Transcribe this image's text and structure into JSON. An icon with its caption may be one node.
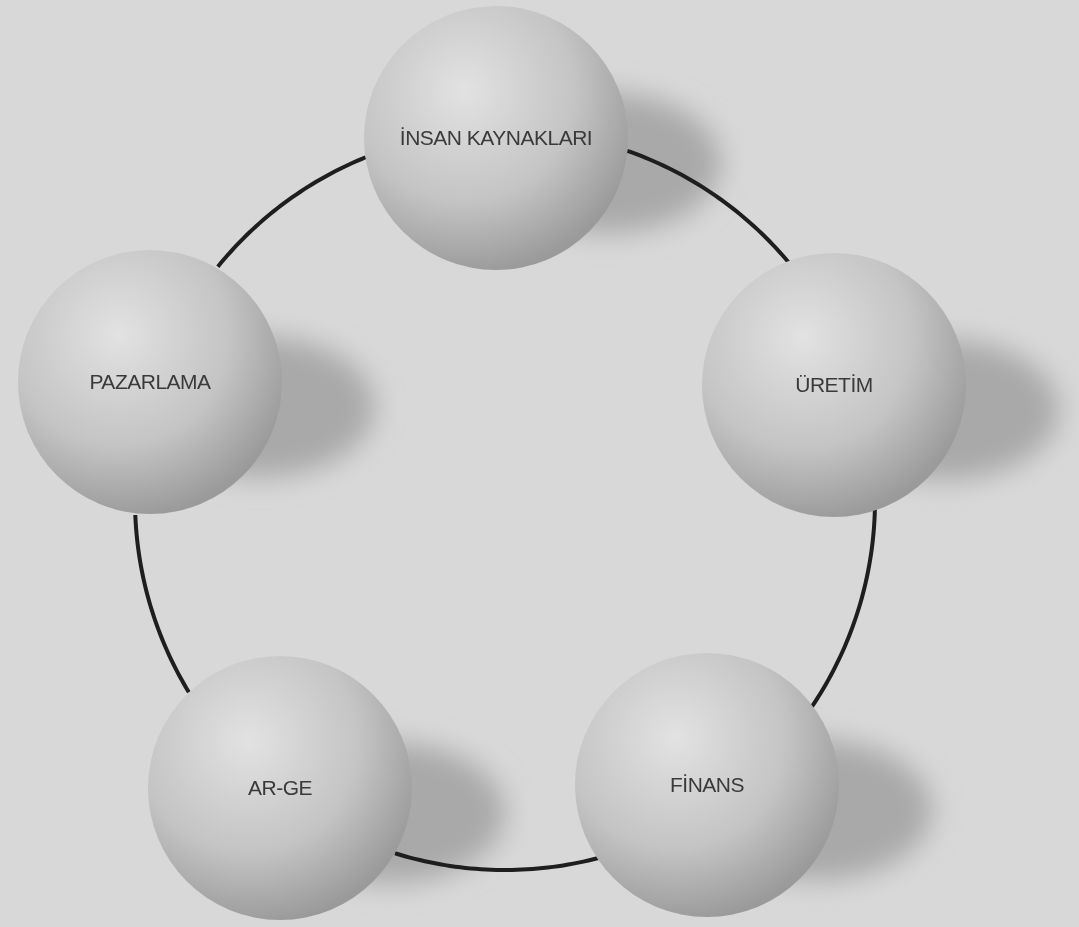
{
  "diagram": {
    "nodes": [
      {
        "text": [
          "İNSAN KAYNAKLARI"
        ]
      },
      {
        "text": [
          "ÜRETİM"
        ]
      },
      {
        "text": [
          "FİNANS"
        ]
      },
      {
        "text": [
          "AR-GE"
        ]
      },
      {
        "text": [
          "PAZARLAMA"
        ]
      }
    ],
    "edges": [
      {
        "from": 0,
        "to": 1,
        "arrow": "none"
      },
      {
        "from": 1,
        "to": 2,
        "arrow": "none"
      },
      {
        "from": 2,
        "to": 3,
        "arrow": "none"
      },
      {
        "from": 3,
        "to": 4,
        "arrow": "none"
      },
      {
        "from": 4,
        "to": 0,
        "arrow": "none"
      }
    ]
  }
}
